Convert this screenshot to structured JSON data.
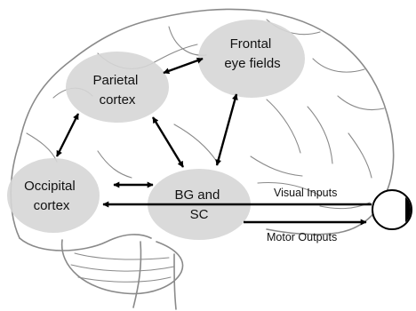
{
  "regions": {
    "frontal_eye_fields": {
      "line1": "Frontal",
      "line2": "eye fields"
    },
    "parietal_cortex": {
      "line1": "Parietal",
      "line2": "cortex"
    },
    "occipital_cortex": {
      "line1": "Occipital",
      "line2": "cortex"
    },
    "bg_and_sc": {
      "line1": "BG and",
      "line2": "SC"
    }
  },
  "pathways": {
    "visual_inputs": "Visual Inputs",
    "motor_outputs": "Motor Outputs"
  },
  "colors": {
    "region_fill": "#d6d6d6",
    "outline": "#8a8a8a",
    "arrow": "#000000"
  }
}
